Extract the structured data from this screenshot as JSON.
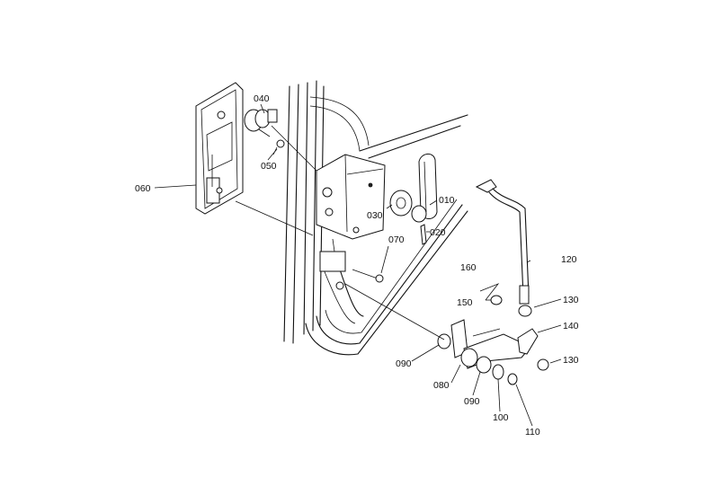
{
  "labels": {
    "p010": "010",
    "p020": "020",
    "p030": "030",
    "p040": "040",
    "p050": "050",
    "p060": "060",
    "p070": "070",
    "p080": "080",
    "p090a": "090",
    "p090b": "090",
    "p100": "100",
    "p110": "110",
    "p120": "120",
    "p130a": "130",
    "p130b": "130",
    "p140": "140",
    "p150": "150",
    "p160": "160"
  }
}
